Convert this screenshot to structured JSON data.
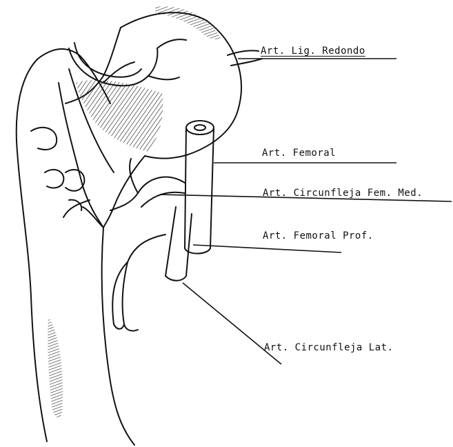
{
  "labels": {
    "lig_redondo": "Art. Lig. Redondo",
    "femoral": "Art. Femoral",
    "circunfleja_med": "Art. Circunfleja Fem. Med.",
    "femoral_prof": "Art. Femoral Prof.",
    "circunfleja_lat": "Art. Circunfleja Lat."
  },
  "colors": {
    "ink": "#111111",
    "paper": "#ffffff"
  }
}
